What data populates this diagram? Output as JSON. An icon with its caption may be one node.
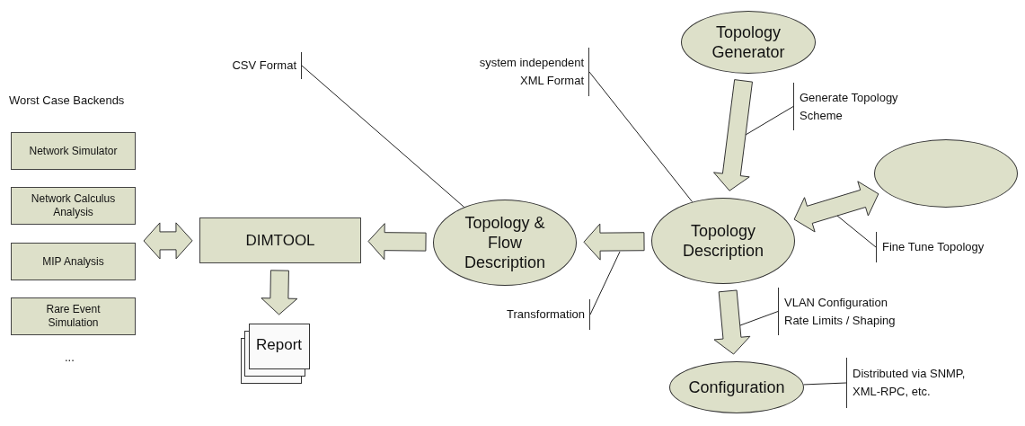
{
  "diagram": {
    "nodes": [
      {
        "text": [
          "Network Simulator"
        ]
      },
      {
        "text": [
          "Network Calculus Analysis"
        ]
      },
      {
        "text": [
          "MIP Analysis"
        ]
      },
      {
        "text": [
          "Rare Event Simulation"
        ]
      },
      {
        "text": [
          "DIMTOOL"
        ]
      },
      {
        "text": [
          "Report"
        ]
      },
      {
        "text": [
          "Topology & Flow Description"
        ]
      },
      {
        "text": [
          "Topology Generator"
        ]
      },
      {
        "text": [
          "Topology Description"
        ]
      },
      {
        "text": [],
        "shape": "ellipse"
      },
      {
        "text": [
          "Configuration"
        ]
      },
      {
        "text": [
          "CSV Format"
        ]
      },
      {
        "text": [
          "system independent XML Format"
        ]
      },
      {
        "text": [
          "Generate Topology Scheme"
        ]
      },
      {
        "text": [
          "Fine Tune Topology"
        ]
      },
      {
        "text": [
          "Transformation"
        ]
      },
      {
        "text": [
          "VLAN Configuration Rate Limits / Shaping"
        ]
      },
      {
        "text": [
          "Distributed via SNMP, XML-RPC, etc."
        ]
      }
    ],
    "edges": [
      {
        "from": null,
        "to": 4,
        "arrow": "both",
        "style": "thick"
      },
      {
        "from": 6,
        "to": 4,
        "arrow": "to",
        "style": "thick"
      },
      {
        "from": 4,
        "to": 5,
        "arrow": "to",
        "style": "thick"
      },
      {
        "from": 8,
        "to": 6,
        "arrow": "to",
        "style": "thick"
      },
      {
        "from": 7,
        "to": 8,
        "arrow": "to",
        "style": "thick"
      },
      {
        "from": 8,
        "to": 9,
        "arrow": "both",
        "style": "thick"
      },
      {
        "from": 8,
        "to": 10,
        "arrow": "to",
        "style": "thick"
      },
      {
        "from": 11,
        "to": 6,
        "arrow": "none"
      },
      {
        "from": 12,
        "to": 8,
        "arrow": "none"
      },
      {
        "from": 13,
        "to": null,
        "arrow": "none"
      },
      {
        "from": 14,
        "to": null,
        "arrow": "none"
      },
      {
        "from": 15,
        "to": null,
        "arrow": "none"
      },
      {
        "from": 16,
        "to": null,
        "arrow": "none"
      },
      {
        "from": 17,
        "to": 10,
        "arrow": "none"
      }
    ],
    "labels": [
      "Worst Case Backends",
      "..."
    ]
  }
}
